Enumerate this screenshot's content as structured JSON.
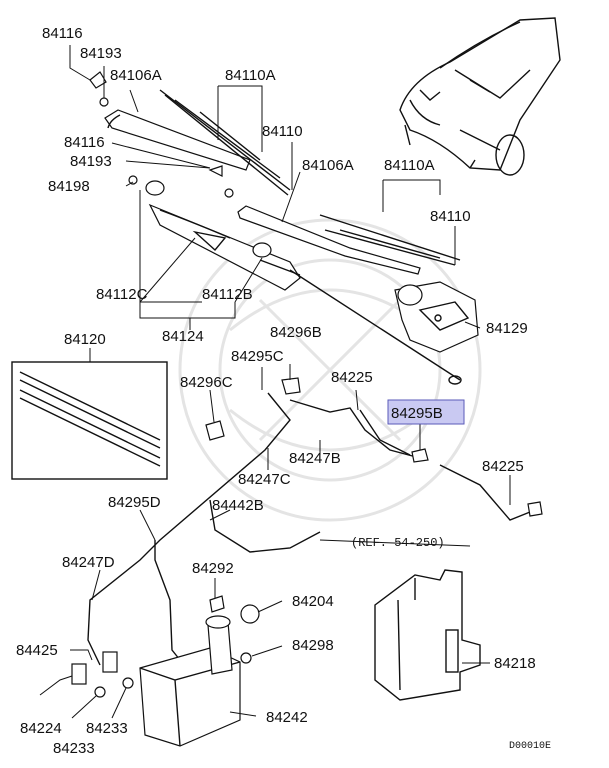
{
  "labels": {
    "l84116a": "84116",
    "l84193a": "84193",
    "l84106a1": "84106A",
    "l84110a1": "84110A",
    "l84110_1": "84110",
    "l84116b": "84116",
    "l84193b": "84193",
    "l84198": "84198",
    "l84106a2": "84106A",
    "l84110a2": "84110A",
    "l84110_2": "84110",
    "l84112c": "84112C",
    "l84112b": "84112B",
    "l84124": "84124",
    "l84129": "84129",
    "l84120": "84120",
    "l84296b": "84296B",
    "l84295c": "84295C",
    "l84296c": "84296C",
    "l84225a": "84225",
    "l84295b": "84295B",
    "l84247b": "84247B",
    "l84247c": "84247C",
    "l84225b": "84225",
    "l84295d": "84295D",
    "l84442b": "84442B",
    "ref": "(REF. 54-250)",
    "l84247d": "84247D",
    "l84292": "84292",
    "l84204": "84204",
    "l84425": "84425",
    "l84298": "84298",
    "l84218": "84218",
    "l84224": "84224",
    "l84233a": "84233",
    "l84233b": "84233",
    "l84242": "84242",
    "code": "D00010E"
  },
  "highlight_color": "#c9c9f2"
}
